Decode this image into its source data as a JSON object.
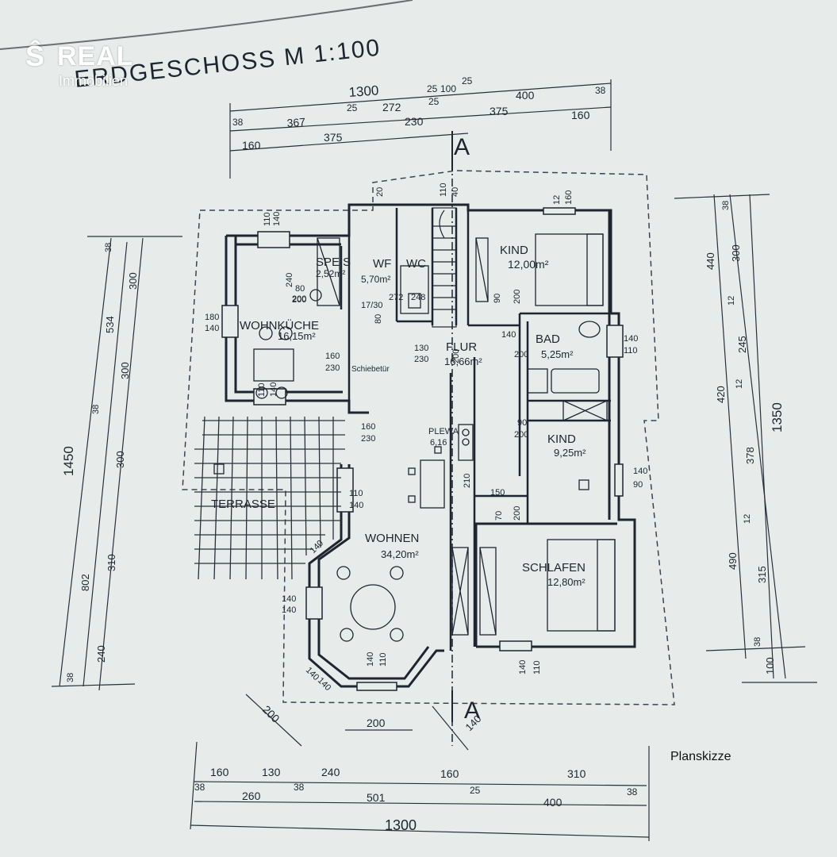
{
  "brand": {
    "symbol": "Ŝ",
    "name": "REAL",
    "sub": "Immobilien"
  },
  "title": "ERDGESCHOSS  M 1:100",
  "section_marks": [
    "A",
    "A"
  ],
  "rooms": {
    "speis": {
      "name": "SPEIS",
      "area": "2,52m²"
    },
    "wf": {
      "name": "WF",
      "area": "5,70m²"
    },
    "wc": {
      "name": "WC"
    },
    "kind1": {
      "name": "KIND",
      "area": "12,00m²"
    },
    "wohnkueche": {
      "name": "WOHNKÜCHE",
      "area": "16,15m²"
    },
    "bad": {
      "name": "BAD",
      "area": "5,25m²"
    },
    "flur": {
      "name": "FLUR",
      "area": "16,66m²"
    },
    "kind2": {
      "name": "KIND",
      "area": "9,25m²"
    },
    "terrasse": {
      "name": "TERRASSE"
    },
    "wohnen": {
      "name": "WOHNEN",
      "area": "34,20m²"
    },
    "schlafen": {
      "name": "SCHLAFEN",
      "area": "12,80m²"
    }
  },
  "labels": {
    "schiebetuer": "Schiebetür",
    "plewa": "PLEWA",
    "plewa_val": "6,16"
  },
  "dims": {
    "top_total": "1300",
    "top_row1": [
      "25",
      "100",
      "25",
      "400",
      "38"
    ],
    "top_row2": [
      "38",
      "367",
      "25",
      "272",
      "25",
      "375",
      "160"
    ],
    "top_row3": [
      "160",
      "375",
      "230"
    ],
    "bottom_row1": [
      "160",
      "130",
      "240",
      "160",
      "310"
    ],
    "bottom_row2": [
      "38",
      "260",
      "38",
      "501",
      "25",
      "400",
      "38"
    ],
    "bottom_total": "1300",
    "left_total": "1450",
    "left_a": [
      "38",
      "534",
      "38",
      "802",
      "38"
    ],
    "left_b": [
      "300",
      "300",
      "300",
      "310",
      "240"
    ],
    "right_total": "1350",
    "right_a": [
      "440",
      "420",
      "490",
      "100"
    ],
    "right_b": [
      "38",
      "300",
      "12",
      "245",
      "12",
      "378",
      "12",
      "315",
      "38"
    ],
    "bay": [
      "200",
      "200",
      "140"
    ],
    "openings": [
      "110",
      "140",
      "240",
      "200",
      "80",
      "200",
      "180",
      "140",
      "110",
      "140",
      "160",
      "230",
      "130",
      "230",
      "160",
      "230",
      "110",
      "140",
      "140",
      "140",
      "140",
      "140",
      "140",
      "140",
      "110",
      "140",
      "110",
      "140",
      "110",
      "140",
      "90",
      "200",
      "90",
      "200",
      "90",
      "200",
      "70",
      "200",
      "140",
      "200",
      "150",
      "210",
      "17/30",
      "80",
      "20",
      "110",
      "40",
      "12",
      "160",
      "272",
      "248"
    ]
  },
  "note": "Planskizze"
}
